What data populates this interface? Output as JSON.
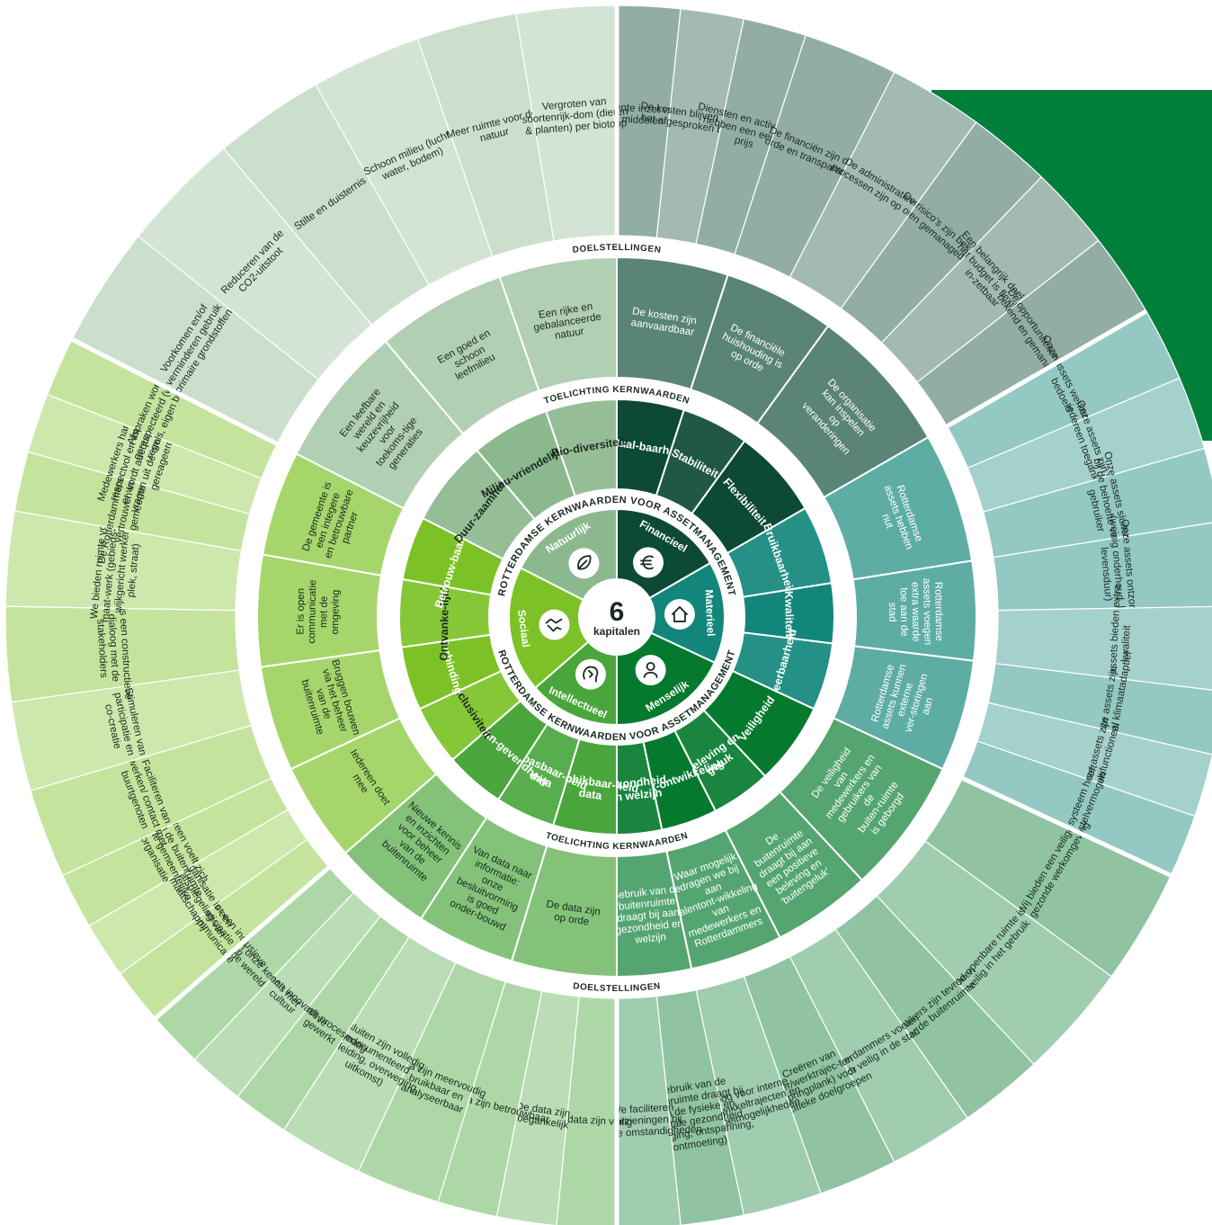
{
  "center": {
    "number": "6",
    "label": "kapitalen"
  },
  "ring_labels": {
    "top_inner": "ROTTERDAMSE KERNWAARDEN VOOR ASSETMANAGEMENT",
    "bottom_inner": "ROTTERDAMSE KERNWAARDEN VOOR ASSETMANAGEMENT",
    "toelichting": "TOELICHTING KERNWAARDEN",
    "doelstellingen": "DOELSTELLINGEN"
  },
  "colors": {
    "Natuurlijk": "#8cb88e",
    "Financieel": "#0d4a35",
    "Materieel": "#12867a",
    "Menselijk": "#057a2e",
    "Intellectueel": "#4aa63c",
    "Sociaal": "#7cc226",
    "accent": "#007f3a"
  },
  "capitals": [
    {
      "name": "Natuurlijk",
      "icon": "leaf-icon"
    },
    {
      "name": "Financieel",
      "icon": "euro-icon"
    },
    {
      "name": "Materieel",
      "icon": "house-icon"
    },
    {
      "name": "Menselijk",
      "icon": "person-icon"
    },
    {
      "name": "Intellectueel",
      "icon": "brain-icon"
    },
    {
      "name": "Sociaal",
      "icon": "handshake-icon"
    }
  ],
  "sections": [
    {
      "capital": "Financieel",
      "kernwaarde": "Betaal-baarheid",
      "toelichting": "De kosten zijn aanvaardbaar",
      "doelen": [
        "Efficiënte inzet van de middelen",
        "De kosten blijven binnen het afgesproken budget",
        "Diensten en activiteiten hebben een eerlijke prijs"
      ]
    },
    {
      "capital": "Financieel",
      "kernwaarde": "Stabiliteit",
      "toelichting": "De financiële huishouding is op orde",
      "doelen": [
        "De financiën zijn op orde en transparant",
        "De administratieve processen zijn op orde"
      ]
    },
    {
      "capital": "Financieel",
      "kernwaarde": "Flexibiliteit",
      "toelichting": "De organisatie kan inspelen op veranderingen",
      "doelen": [
        "De risico's zijn bekend en gemanaged",
        "Een belangrijk deel van het budget is flexibel in-zetbaar",
        "De opportuniteiten zijn bekend en gemanaged"
      ]
    },
    {
      "capital": "Materieel",
      "kernwaarde": "Bruikbaarheid",
      "toelichting": "Rotterdamse assets hebben nut",
      "doelen": [
        "Onze assets werken zoals bedoeld",
        "Onze assets zijn voor iedereen toegankelijk",
        "Onze assets sluiten aan bij de behoefte van de gebruiker"
      ]
    },
    {
      "capital": "Materieel",
      "kernwaarde": "Kwaliteit",
      "toelichting": "Rotterdamse assets voegen extra waarde toe aan de stad",
      "doelen": [
        "Onze assets ontzorgen (weinig onderhoud, lange levensduur)",
        "Onze assets bieden extra kwaliteit"
      ]
    },
    {
      "capital": "Materieel",
      "kernwaarde": "Weerbaarheid",
      "toelichting": "Rotterdamse assets kunnen externe ver-storingen aan",
      "doelen": [
        "Onze assets zijn robuust/ klimaatadaptief",
        "Onze assets zijn multifunctioneel",
        "Het systeem heeft herstelvermogen"
      ]
    },
    {
      "capital": "Menselijk",
      "kernwaarde": "Veiligheid",
      "toelichting": "De veiligheid van medewerkers en gebruikers van de buiten-ruimte is geborgd",
      "doelen": [
        "Wij bieden een veilige en gezonde werkomgeving",
        "De openbare ruimte is veilig in het gebruik"
      ]
    },
    {
      "capital": "Menselijk",
      "kernwaarde": "Beleving en geluk",
      "toelichting": "De buitenruimte draagt bij aan een positieve beleving en 'buitengeluk'",
      "doelen": [
        "Gebruikers zijn tevreden over de buitenruimte",
        "Rotterdammers voelen zich veilig in de stad"
      ]
    },
    {
      "capital": "Menselijk",
      "kernwaarde": "Talent-ontwikkeling",
      "toelichting": "Waar mogelijk dragen we bij aan talentont-wikkeling van medewerkers en Rotterdammers",
      "doelen": [
        "Creëren van leer/werktrajec-ten (springplank) voor specifieke doelgroepen",
        "Oog voor interne ontwikkeltrajecten en groeimogelijkheden"
      ]
    },
    {
      "capital": "Menselijk",
      "kernwaarde": "Gezondheid en welzijn",
      "toelichting": "Gebruik van de buitenruimte draagt bij aan gezondheid en welzijn",
      "doelen": [
        "Gebruik van de buitenruimte draagt bij aan de fysieke en mentale gezondheid (beweging, ontspanning, ontmoeting)",
        "We faciliteren voorzieningen bij extreme omstandigheden"
      ]
    },
    {
      "capital": "Intellectueel",
      "kernwaarde": "Beschikbaar-heid data",
      "toelichting": "De data zijn op orde",
      "doelen": [
        "De data zijn veilig",
        "De data zijn toegankelijk",
        "De data zijn betrouwbaar"
      ]
    },
    {
      "capital": "Intellectueel",
      "kernwaarde": "Toepasbaar-heid data",
      "toelichting": "Van data naar informatie: onze besluitvorming is goed onder-bouwd",
      "doelen": [
        "Data zijn meervoudig bruikbaar en analyseerbaar",
        "Besluiten zijn volledig gedocumenteerd (aanleiding, overweging, uitkomst)"
      ]
    },
    {
      "capital": "Intellectueel",
      "kernwaarde": "Toonaan-gevendheid",
      "toelichting": "Nieuwe kennis en inzichten voor beheer van de buitenruimte",
      "doelen": [
        "Er wordt procesmatig gewerkt",
        "Er is een innovatieve cultuur",
        "We delen onze kennis met de wereld"
      ]
    },
    {
      "capital": "Sociaal",
      "kernwaarde": "Inclusiviteit",
      "toelichting": "Iedereen doet mee",
      "doelen": [
        "Oog voor een inclusieve participatie en communicatie",
        "De organisatie is een goede afspiegeling van de maatschappij",
        "Iedereen voelt zich thuis in de buitenruimte en in de gemeentelijke organisatie"
      ]
    },
    {
      "capital": "Sociaal",
      "kernwaarde": "Verbinding",
      "toelichting": "Bruggen bouwen via het beheer van de buitenruimte",
      "doelen": [
        "Faciliteren van netwerken/ contact met buurtgenoten",
        "Stimuleren van participatie en co-creatie"
      ]
    },
    {
      "capital": "Sociaal",
      "kernwaarde": "Ontvanke-lijkheid",
      "toelichting": "Er is open communicatie met de omgeving",
      "doelen": [
        "Er is een constructieve dialoog met de stakeholders",
        "We bieden ruimte voor maat-werk (gebieds- en wijkgericht werken, plek, straat)"
      ]
    },
    {
      "capital": "Sociaal",
      "kernwaarde": "Betrouw-baarheid",
      "toelichting": "De gemeente is een integere en betrouwbare partner",
      "doelen": [
        "De Rotterdammers hebben vertrouwen in de gemeente",
        "Medewerkers handelen respectvol en integer; er wordt adequaat op vragen uit de omgeving gereageerd",
        "Afspraken worden gerespecteerd (wetten, regels, eigen beleid)"
      ]
    },
    {
      "capital": "Natuurlijk",
      "kernwaarde": "Duur-zaamheid",
      "toelichting": "Een leefbare wereld en keuzevrijheid voor toekoms-tige generaties",
      "doelen": [
        "Voorkomen en/of verminderen gebruik primaire grondstoffen",
        "Reduceren van de CO2-uitstoot"
      ]
    },
    {
      "capital": "Natuurlijk",
      "kernwaarde": "Milieu-vriendelijkheid",
      "toelichting": "Een goed en schoon leefmilieu",
      "doelen": [
        "Stilte en duisternis",
        "Schoon milieu (lucht, water, bodem)"
      ]
    },
    {
      "capital": "Natuurlijk",
      "kernwaarde": "Bio-diversiteit",
      "toelichting": "Een rijke en gebalanceerde natuur",
      "doelen": [
        "Meer ruimte voor de natuur",
        "Vergroten van soortenrijk-dom (dieren & planten) per biotoop"
      ]
    }
  ]
}
